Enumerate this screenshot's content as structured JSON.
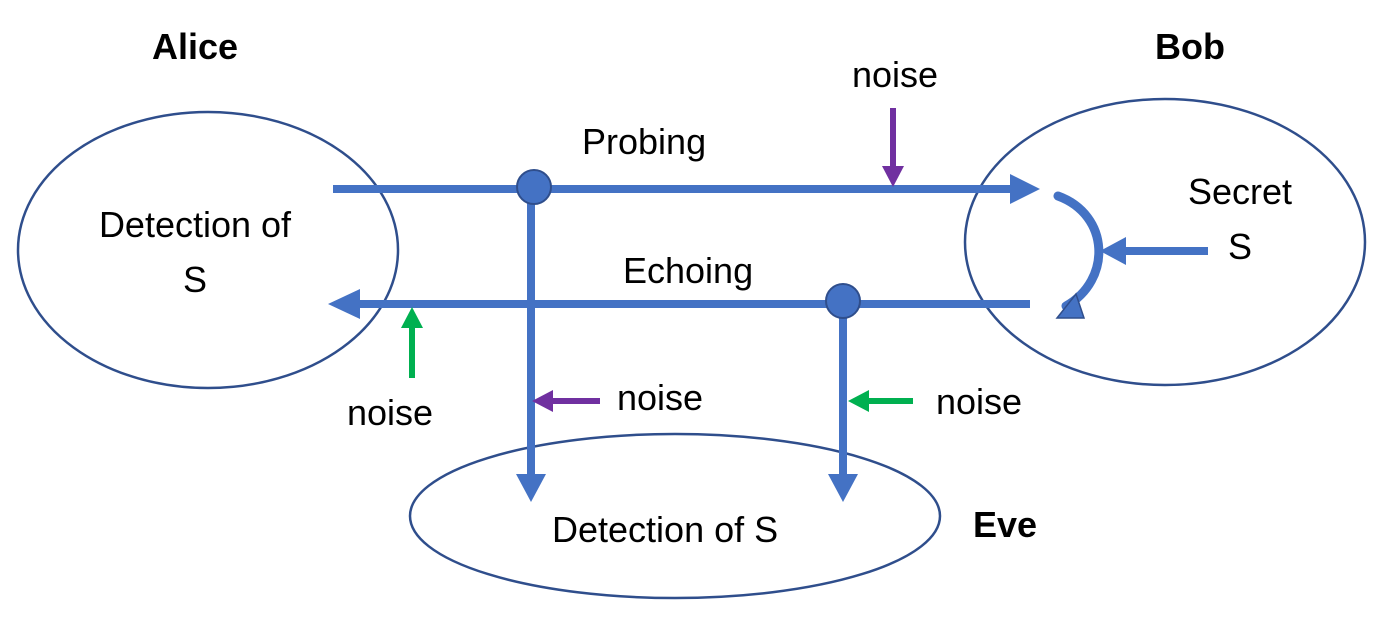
{
  "colors": {
    "line": "#4472C4",
    "ellipse_stroke": "#2F4E8C",
    "purple": "#7030A0",
    "green": "#00B050",
    "text": "#000000"
  },
  "parties": {
    "alice": "Alice",
    "bob": "Bob",
    "eve": "Eve"
  },
  "alice_box": {
    "line1": "Detection of",
    "line2": "S"
  },
  "bob_box": {
    "line1": "Secret",
    "line2": "S"
  },
  "eve_box": {
    "text": "Detection of S"
  },
  "channels": {
    "probing": "Probing",
    "echoing": "Echoing"
  },
  "noise": {
    "probe_channel": "noise",
    "echo_channel": "noise",
    "eve_probe_tap": "noise",
    "eve_echo_tap": "noise"
  }
}
